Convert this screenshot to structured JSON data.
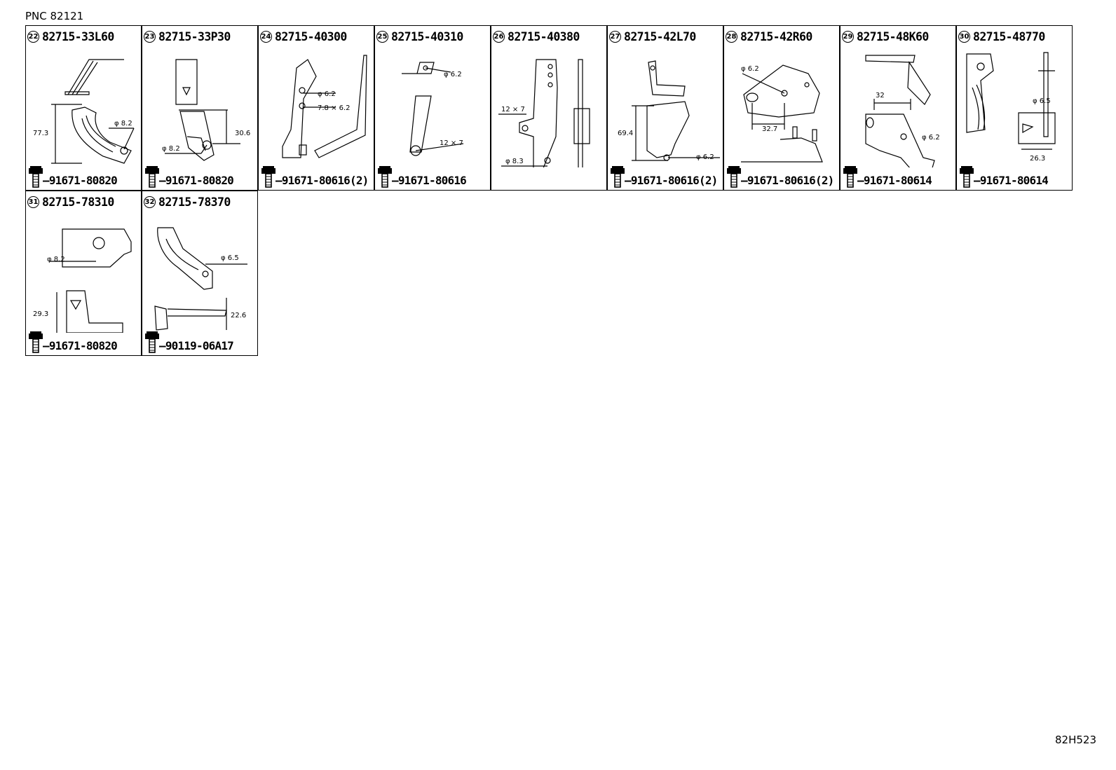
{
  "pnc_label": "PNC 82121",
  "sheet_id": "82H523",
  "parts": [
    {
      "no": "22",
      "part_number": "82715-33L60",
      "bolt_part_number": "91671-80820",
      "dims": {
        "d1": "φ 8.2",
        "d2": "77.3"
      }
    },
    {
      "no": "23",
      "part_number": "82715-33P30",
      "bolt_part_number": "91671-80820",
      "dims": {
        "d1": "30.6",
        "d2": "φ 8.2"
      }
    },
    {
      "no": "24",
      "part_number": "82715-40300",
      "bolt_part_number": "91671-80616(2)",
      "dims": {
        "d1": "φ 6.2",
        "d2": "7.8 × 6.2"
      }
    },
    {
      "no": "25",
      "part_number": "82715-40310",
      "bolt_part_number": "91671-80616",
      "dims": {
        "d1": "φ 6.2",
        "d2": "12 × 7"
      }
    },
    {
      "no": "26",
      "part_number": "82715-40380",
      "bolt_part_number": "",
      "dims": {
        "d1": "12 × 7",
        "d2": "φ 8.3"
      }
    },
    {
      "no": "27",
      "part_number": "82715-42L70",
      "bolt_part_number": "91671-80616(2)",
      "dims": {
        "d1": "69.4",
        "d2": "φ 6.2"
      }
    },
    {
      "no": "28",
      "part_number": "82715-42R60",
      "bolt_part_number": "91671-80616(2)",
      "dims": {
        "d1": "φ 6.2",
        "d2": "32.7"
      }
    },
    {
      "no": "29",
      "part_number": "82715-48K60",
      "bolt_part_number": "91671-80614",
      "dims": {
        "d1": "32",
        "d2": "φ 6.2"
      }
    },
    {
      "no": "30",
      "part_number": "82715-48770",
      "bolt_part_number": "91671-80614",
      "dims": {
        "d1": "φ 6.5",
        "d2": "26.3"
      }
    },
    {
      "no": "31",
      "part_number": "82715-78310",
      "bolt_part_number": "91671-80820",
      "dims": {
        "d1": "φ 8.2",
        "d2": "29.3"
      }
    },
    {
      "no": "32",
      "part_number": "82715-78370",
      "bolt_part_number": "90119-06A17",
      "dims": {
        "d1": "φ 6.5",
        "d2": "22.6"
      }
    }
  ]
}
